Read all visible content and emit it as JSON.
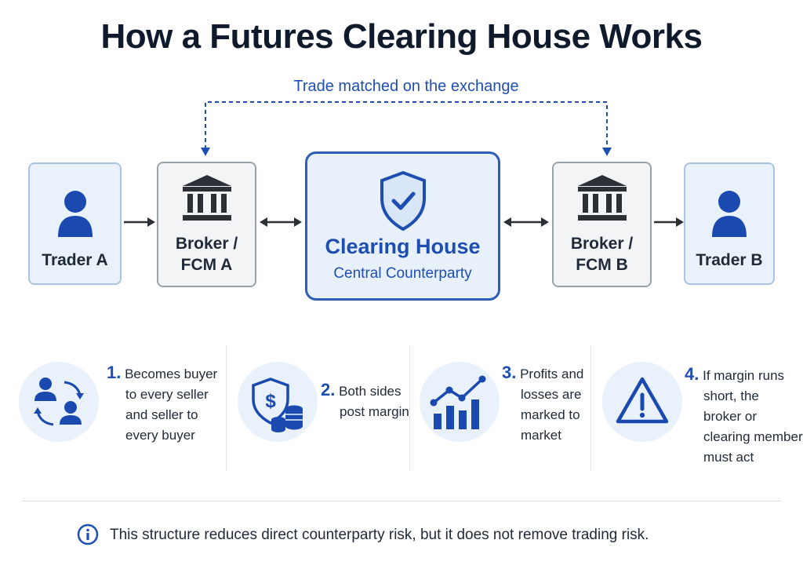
{
  "title": "How a Futures Clearing House Works",
  "flow": {
    "trade_label": "Trade matched on the exchange",
    "trader_a": "Trader A",
    "broker_a_line1": "Broker /",
    "broker_a_line2": "FCM A",
    "clearing_title": "Clearing House",
    "clearing_subtitle": "Central Counterparty",
    "broker_b_line1": "Broker /",
    "broker_b_line2": "FCM B",
    "trader_b": "Trader B"
  },
  "steps": [
    {
      "num": "1.",
      "lines": [
        "Becomes buyer",
        "to every seller",
        "and seller to",
        "every buyer"
      ]
    },
    {
      "num": "2.",
      "lines": [
        "Both sides",
        "post margin"
      ]
    },
    {
      "num": "3.",
      "lines": [
        "Profits and",
        "losses are",
        "marked to",
        "market"
      ]
    },
    {
      "num": "4.",
      "lines": [
        "If margin runs",
        "short, the",
        "broker or",
        "clearing member",
        "must act"
      ]
    }
  ],
  "footer": "This structure reduces direct counterparty risk, but it does not remove trading risk.",
  "colors": {
    "accent": "#1e4fb0",
    "circle_bg": "#e9f1fb",
    "icon_blue": "#1a49b0"
  }
}
